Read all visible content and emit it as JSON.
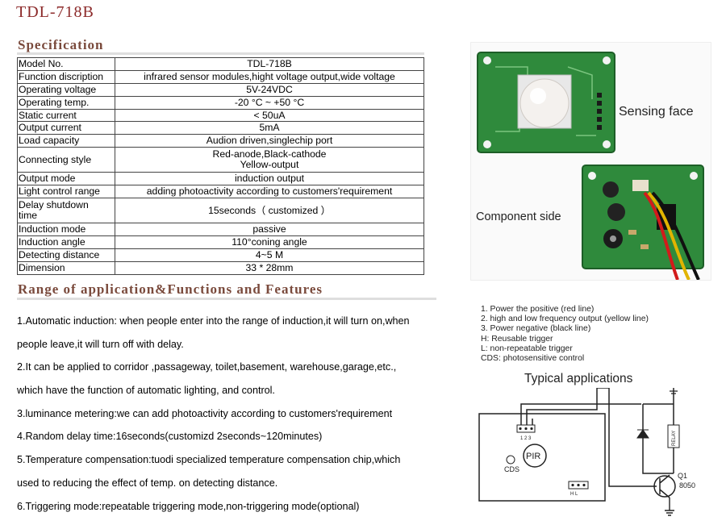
{
  "title": "TDL-718B",
  "specification": {
    "heading": "Specification",
    "rows": [
      {
        "label": "Model No.",
        "value": "TDL-718B"
      },
      {
        "label": "Function discription",
        "value": "infrared sensor modules,hight voltage output,wide voltage"
      },
      {
        "label": "Operating voltage",
        "value": "5V-24VDC"
      },
      {
        "label": "Operating temp.",
        "value": "-20 °C ~ +50 °C"
      },
      {
        "label": "Static current",
        "value": "< 50uA"
      },
      {
        "label": "Output current",
        "value": "5mA"
      },
      {
        "label": "Load capacity",
        "value": "Audion driven,singlechip port"
      },
      {
        "label": "Connecting style",
        "value": "Red-anode,Black-cathode",
        "value2": "Yellow-output"
      },
      {
        "label": "Output mode",
        "value": "induction output"
      },
      {
        "label": "Light control range",
        "value": "adding photoactivity according to customers'requirement"
      },
      {
        "label": "Delay shutdown",
        "label2": "time",
        "value": "15seconds（ customized ）"
      },
      {
        "label": "Induction mode",
        "value": "passive"
      },
      {
        "label": "Induction angle",
        "value": "110°coning angle"
      },
      {
        "label": "Detecting distance",
        "value": "4~5 M"
      },
      {
        "label": "Dimension",
        "value": "33 * 28mm"
      }
    ]
  },
  "features": {
    "heading": "Range of application&Functions and Features",
    "lines": [
      "1.Automatic induction: when people enter into the range of induction,it will turn on,when",
      "people leave,it will turn off with delay.",
      "2.It can be applied to corridor ,passageway, toilet,basement, warehouse,garage,etc.,",
      "which have the function of automatic lighting, and control.",
      "3.luminance metering:we can add photoactivity according to customers'requirement",
      "4.Random delay time:16seconds(customizd 2seconds~120minutes)",
      "5.Temperature compensation:tuodi specialized temperature compensation chip,which",
      "used to reducing the effect of temp. on detecting distance.",
      "6.Triggering mode:repeatable triggering mode,non-triggering mode(optional)"
    ]
  },
  "photo": {
    "sensing_label": "Sensing face",
    "component_label": "Component side"
  },
  "legend": {
    "lines": [
      "1. Power the positive (red line)",
      "2. high and low frequency output (yellow line)",
      "3. Power negative (black line)",
      "H: Reusable trigger",
      "L: non-repeatable trigger",
      "CDS: photosensitive control"
    ]
  },
  "circuit": {
    "heading": "Typical applications",
    "pir_label": "PIR",
    "cds_label": "CDS",
    "pin_label": "1 2 3",
    "hl_label": "H L",
    "relay_label": "RELAY",
    "transistor_label": "Q1",
    "transistor_part": "8050"
  },
  "colors": {
    "title": "#8c2a2a",
    "heading": "#7a4a3c",
    "pcb_green": "#2f8a3c"
  }
}
